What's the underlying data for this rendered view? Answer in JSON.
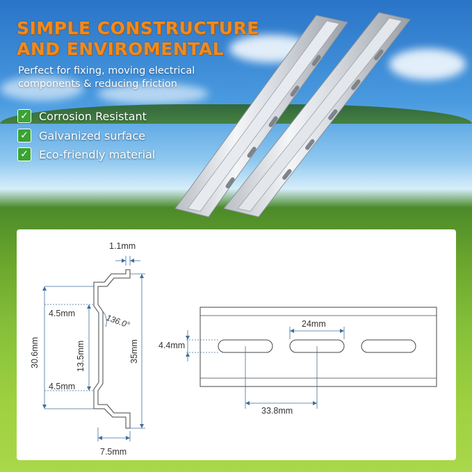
{
  "header": {
    "title_line1": "SIMPLE CONSTRUCTURE",
    "title_line2": "AND ENVIROMENTAL",
    "subtitle": "Perfect for fixing, moving electrical components & reducing friction"
  },
  "features": [
    {
      "label": "Corrosion Resistant",
      "icon": "check-icon"
    },
    {
      "label": "Galvanized surface",
      "icon": "check-icon"
    },
    {
      "label": "Eco-friendly material",
      "icon": "check-icon"
    }
  ],
  "colors": {
    "title_orange": "#f08a1e",
    "check_green": "#3aa335",
    "dimension_blue": "#3f6f9a"
  },
  "profile_dimensions": {
    "flange_thickness": "1.1mm",
    "lip_top": "4.5mm",
    "lip_bottom": "4.5mm",
    "inner_height": "13.5mm",
    "outer_height": "30.6mm",
    "total_height": "35mm",
    "angle": "136.0°",
    "depth": "7.5mm"
  },
  "rail_dimensions": {
    "slot_width": "4.4mm",
    "slot_length": "24mm",
    "slot_pitch": "33.8mm"
  }
}
